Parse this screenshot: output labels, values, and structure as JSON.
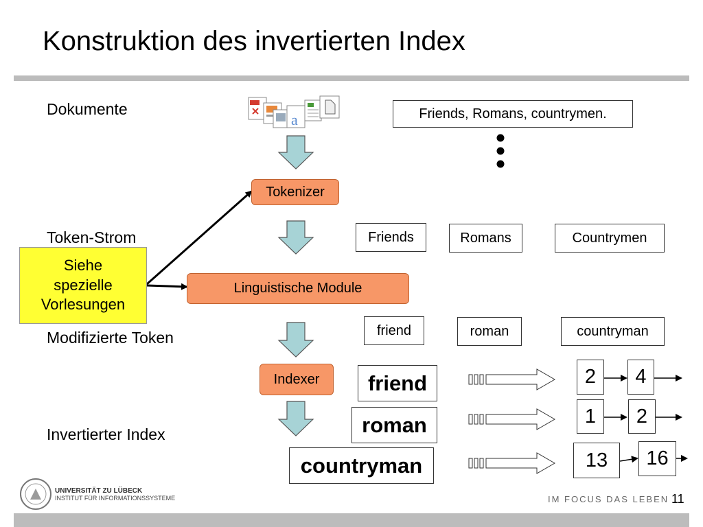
{
  "slide": {
    "title": "Konstruktion des invertierten Index",
    "page_number": "11"
  },
  "rows": {
    "documents": "Dokumente",
    "token_stream": "Token-Strom",
    "modified_tokens": "Modifizierte Token",
    "inverted_index": "Invertierter Index"
  },
  "document_text": "Friends, Romans, countrymen.",
  "modules": {
    "tokenizer": "Tokenizer",
    "linguistic": "Linguistische Module",
    "indexer": "Indexer"
  },
  "note": {
    "line1": "Siehe",
    "line2": "spezielle",
    "line3": "Vorlesungen"
  },
  "tokens": [
    "Friends",
    "Romans",
    "Countrymen"
  ],
  "modified": [
    "friend",
    "roman",
    "countryman"
  ],
  "index_terms": [
    {
      "term": "friend",
      "postings": [
        "2",
        "4"
      ]
    },
    {
      "term": "roman",
      "postings": [
        "1",
        "2"
      ]
    },
    {
      "term": "countryman",
      "postings": [
        "13",
        "16"
      ]
    }
  ],
  "footer": {
    "university": "UNIVERSITÄT ZU LÜBECK",
    "institute": "INSTITUT FÜR INFORMATIONSSYSTEME",
    "slogan": "IM FOCUS DAS LEBEN"
  },
  "colors": {
    "module_fill": "#f79767",
    "note_fill": "#ffff33",
    "arrow_fill": "#a7d3d6",
    "rule": "#bcbcbc"
  },
  "icons": [
    "pdf-icon",
    "document-icon",
    "text-file-icon",
    "spreadsheet-icon"
  ]
}
